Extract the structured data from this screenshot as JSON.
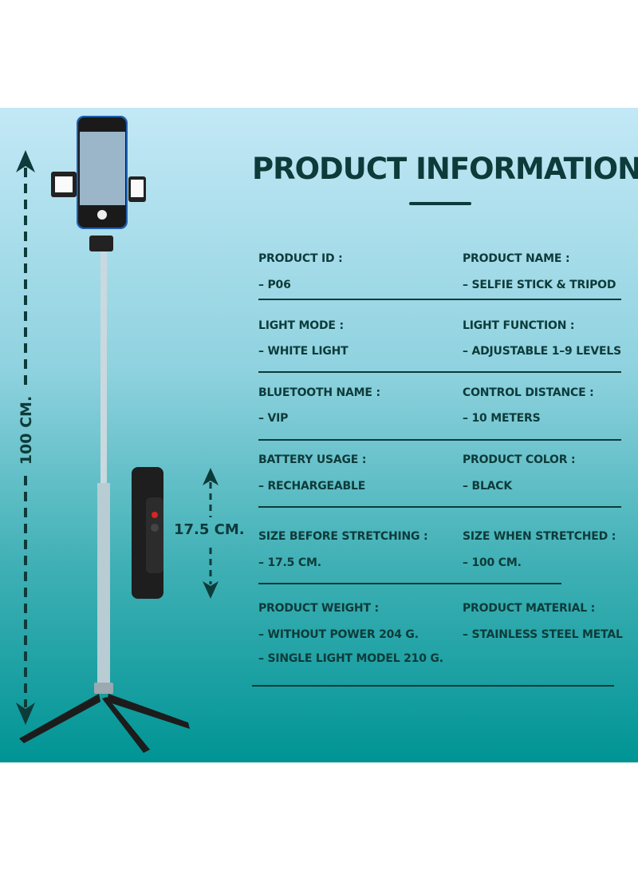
{
  "title": "PRODUCT INFORMATION",
  "dimensions": {
    "full_height": "100 CM.",
    "handle_height": "17.5 CM."
  },
  "specs": [
    {
      "left": {
        "label": "PRODUCT ID :",
        "values": [
          "– P06"
        ]
      },
      "right": {
        "label": "PRODUCT NAME :",
        "values": [
          "– SELFIE STICK & TRIPOD"
        ]
      }
    },
    {
      "left": {
        "label": "LIGHT MODE :",
        "values": [
          "– WHITE LIGHT"
        ]
      },
      "right": {
        "label": "LIGHT FUNCTION :",
        "values": [
          "– ADJUSTABLE 1–9 LEVELS"
        ]
      }
    },
    {
      "left": {
        "label": "BLUETOOTH NAME :",
        "values": [
          "– VIP"
        ]
      },
      "right": {
        "label": "CONTROL DISTANCE :",
        "values": [
          "– 10 METERS"
        ]
      }
    },
    {
      "left": {
        "label": "BATTERY USAGE :",
        "values": [
          "– RECHARGEABLE"
        ]
      },
      "right": {
        "label": "PRODUCT COLOR :",
        "values": [
          "– BLACK"
        ]
      }
    },
    {
      "left": {
        "label": "SIZE BEFORE STRETCHING :",
        "values": [
          "– 17.5 CM."
        ]
      },
      "right": {
        "label": "SIZE WHEN STRETCHED :",
        "values": [
          "– 100 CM."
        ]
      }
    },
    {
      "left": {
        "label": "PRODUCT WEIGHT :",
        "values": [
          "– WITHOUT POWER 204 G.",
          "– SINGLE LIGHT MODEL 210 G."
        ]
      },
      "right": {
        "label": "PRODUCT MATERIAL :",
        "values": [
          "– STAINLESS STEEL METAL"
        ]
      }
    }
  ],
  "colors": {
    "text": "#0d3b3a",
    "bg_top": "#c3e8f6",
    "bg_bottom": "#009494"
  }
}
